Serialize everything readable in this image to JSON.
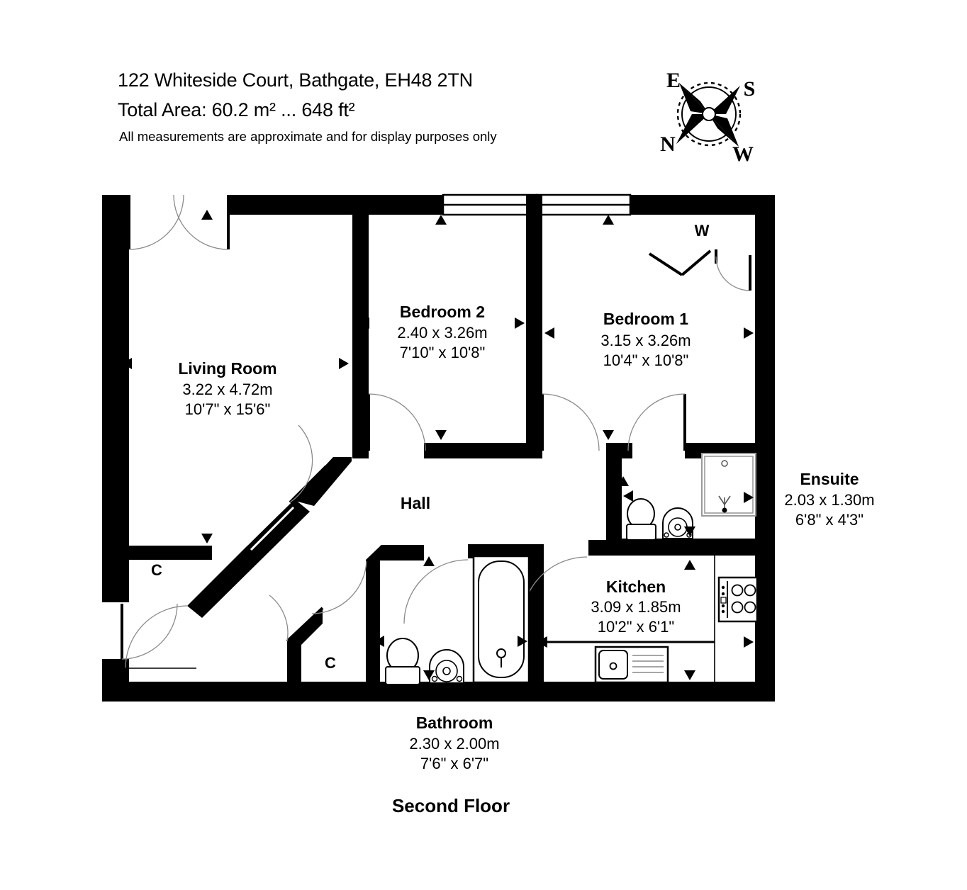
{
  "header": {
    "address": "122 Whiteside Court, Bathgate, EH48 2TN",
    "total_area": "Total Area: 60.2 m² ... 648 ft²",
    "disclaimer": "All measurements are approximate and for display purposes only"
  },
  "compass": {
    "name": "compass-rose",
    "top_left_label": "E",
    "top_right_label": "S",
    "bottom_left_label": "N",
    "bottom_right_label": "W"
  },
  "floor_label": "Second Floor",
  "rooms": [
    {
      "id": "living-room",
      "name": "Living Room",
      "dim_metric": "3.22 x 4.72m",
      "dim_imperial": "10'7\" x 15'6\""
    },
    {
      "id": "bedroom-2",
      "name": "Bedroom 2",
      "dim_metric": "2.40 x 3.26m",
      "dim_imperial": "7'10\" x 10'8\""
    },
    {
      "id": "bedroom-1",
      "name": "Bedroom 1",
      "dim_metric": "3.15 x 3.26m",
      "dim_imperial": "10'4\" x 10'8\""
    },
    {
      "id": "ensuite",
      "name": "Ensuite",
      "dim_metric": "2.03 x 1.30m",
      "dim_imperial": "6'8\" x 4'3\""
    },
    {
      "id": "kitchen",
      "name": "Kitchen",
      "dim_metric": "3.09 x 1.85m",
      "dim_imperial": "10'2\" x 6'1\""
    },
    {
      "id": "bathroom",
      "name": "Bathroom",
      "dim_metric": "2.30 x 2.00m",
      "dim_imperial": "7'6\" x 6'7\""
    },
    {
      "id": "hall",
      "name": "Hall",
      "dim_metric": "",
      "dim_imperial": ""
    }
  ],
  "markers": {
    "cupboard_left": "C",
    "cupboard_center": "C",
    "wardrobe": "W"
  },
  "colors": {
    "wall": "#000000",
    "background": "#ffffff",
    "door_arc": "#8a8a8a",
    "fixture_outline": "#000000"
  }
}
